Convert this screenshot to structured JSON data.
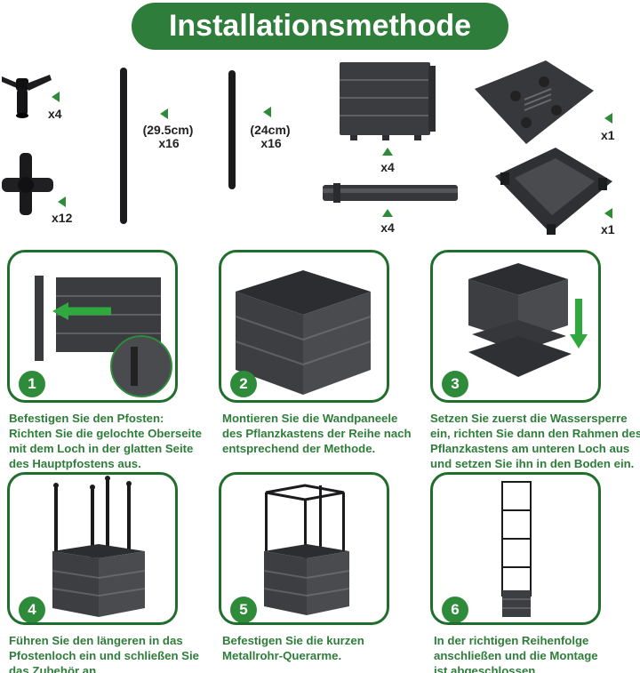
{
  "title": "Installationsmethode",
  "parts": {
    "connector_y": {
      "qty": "x4"
    },
    "connector_cross": {
      "qty": "x12"
    },
    "long_pole": {
      "size": "(29.5cm)",
      "qty": "x16"
    },
    "short_pole": {
      "size": "(24cm)",
      "qty": "x16"
    },
    "wall_panel": {
      "qty": "x4"
    },
    "corner_post": {
      "qty": "x4"
    },
    "water_barrier": {
      "qty": "x1"
    },
    "base_frame": {
      "qty": "x1"
    }
  },
  "colors": {
    "brand_green": "#2e7d3a",
    "panel_gray": "#3b3c3f"
  },
  "steps": [
    {
      "num": "1",
      "lines": [
        "Befestigen Sie den Pfosten:",
        "Richten Sie die gelochte Oberseite",
        "mit dem Loch in der glatten Seite",
        "des Hauptpfostens aus."
      ]
    },
    {
      "num": "2",
      "lines": [
        "Montieren Sie die Wandpaneele",
        "des Pflanzkastens der Reihe nach",
        "entsprechend der Methode."
      ]
    },
    {
      "num": "3",
      "lines": [
        "Setzen Sie zuerst die Wassersperre",
        "ein, richten Sie dann den Rahmen des",
        "Pflanzkastens am unteren Loch aus",
        "und setzen Sie ihn in den Boden ein."
      ]
    },
    {
      "num": "4",
      "lines": [
        "Führen Sie den längeren in das",
        "Pfostenloch ein und schließen Sie",
        "das Zubehör an."
      ]
    },
    {
      "num": "5",
      "lines": [
        "Befestigen Sie die kurzen",
        "Metallrohr-Querarme."
      ]
    },
    {
      "num": "6",
      "lines": [
        "In der richtigen Reihenfolge",
        "anschließen und die Montage",
        "ist abgeschlossen."
      ]
    }
  ]
}
